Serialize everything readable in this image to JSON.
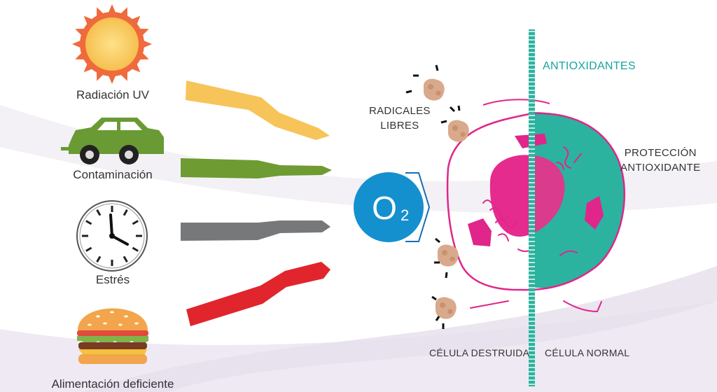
{
  "sources": [
    {
      "label": "Radiación UV",
      "icon": "sun-icon",
      "arrow_color": "#f7c45a"
    },
    {
      "label": "Contaminación",
      "icon": "car-icon",
      "arrow_color": "#6e9b32"
    },
    {
      "label": "Estrés",
      "icon": "clock-icon",
      "arrow_color": "#77787a"
    },
    {
      "label": "Alimentación deficiente",
      "icon": "burger-icon",
      "arrow_color": "#e1252d"
    }
  ],
  "oxygen": {
    "symbol": "O",
    "subscript": "2",
    "color": "#1590cf"
  },
  "labels": {
    "radicals_line1": "RADICALES",
    "radicals_line2": "LIBRES",
    "antioxidants": "ANTIOXIDANTES",
    "protection_line1": "PROTECCIÓN",
    "protection_line2": "ANTIOXIDANTE",
    "destroyed_cell": "CÉLULA DESTRUIDA",
    "normal_cell": "CÉLULA NORMAL"
  },
  "colors": {
    "cell": "#e0268a",
    "antioxidant": "#2bb39f",
    "radical": "#d9a98c"
  }
}
